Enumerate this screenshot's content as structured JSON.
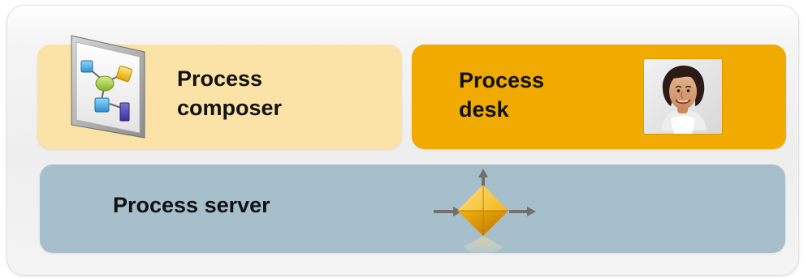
{
  "diagram": {
    "composer": {
      "label": "Process\ncomposer",
      "icon": "process-flow-icon",
      "color": "#fbe2a6"
    },
    "desk": {
      "label": "Process\ndesk",
      "icon": "user-photo",
      "color": "#f0aa00"
    },
    "server": {
      "label": "Process server",
      "icon": "gateway-diamond-icon",
      "color": "#a6bfcb"
    }
  }
}
